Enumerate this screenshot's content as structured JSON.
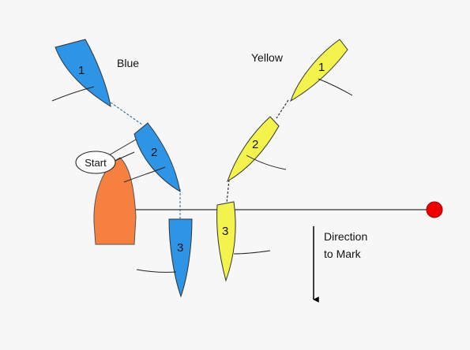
{
  "labels": {
    "blue": "Blue",
    "yellow": "Yellow",
    "start": "Start",
    "direction_line1": "Direction",
    "direction_line2": "to Mark"
  },
  "blue_boats": [
    {
      "number": "1"
    },
    {
      "number": "2"
    },
    {
      "number": "3"
    }
  ],
  "yellow_boats": [
    {
      "number": "1"
    },
    {
      "number": "2"
    },
    {
      "number": "3"
    }
  ],
  "colors": {
    "background": "#f7f7f7",
    "blue_boat": "#2d94e6",
    "yellow_boat": "#f4f24c",
    "committee_boat": "#f58040",
    "mark": "#ee0000",
    "line": "#000000"
  },
  "icons": {
    "mark": "red-buoy-icon",
    "arrow": "down-arrow-icon"
  }
}
